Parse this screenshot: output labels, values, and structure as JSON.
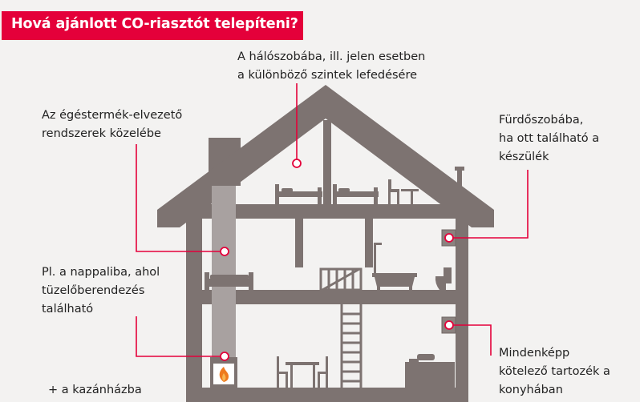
{
  "title": "Hová ajánlott CO-riasztót telepíteni?",
  "labels": {
    "bedroom": [
      "A hálószobába, ill. jelen esetben",
      "a különböző szintek lefedésére"
    ],
    "flue": [
      "Az égéstermék-elvezető",
      "rendszerek közelébe"
    ],
    "bathroom": [
      "Fürdőszobába,",
      "ha ott található a",
      "készülék"
    ],
    "living_room": [
      "Pl. a nappaliba, ahol",
      "tüzelőberendezés",
      "található"
    ],
    "kitchen": [
      "Mindenképp",
      "kötelező tartozék a",
      "konyhában"
    ],
    "boiler_room": "+ a kazánházba"
  },
  "colors": {
    "banner": "#e4003a",
    "house": "#7d7371",
    "chimney_shaft": "#a8a1a0",
    "leader_line": "#e4003a",
    "background": "#f3f2f1",
    "fire": "#ee7a1f"
  },
  "icons": [
    "bed-icon",
    "desk-chair-icon",
    "sofa-icon",
    "staircase-icon",
    "bathtub-icon",
    "toilet-icon",
    "fireplace-icon",
    "dining-table-icon",
    "stove-icon",
    "co-alarm-icon"
  ]
}
